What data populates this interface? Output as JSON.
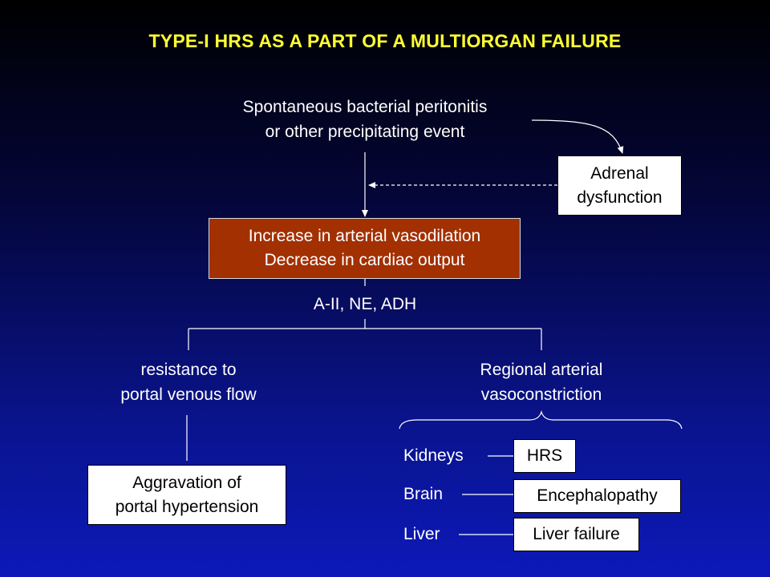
{
  "title": "TYPE-I HRS AS A PART OF A MULTIORGAN FAILURE",
  "trigger": {
    "line1": "Spontaneous bacterial peritonitis",
    "line2": "or other precipitating event"
  },
  "adrenal": {
    "line1": "Adrenal",
    "line2": "dysfunction"
  },
  "central": {
    "line1": "Increase in arterial vasodilation",
    "line2": "Decrease in cardiac output"
  },
  "mediators": "A-II, NE, ADH",
  "left_branch": {
    "line1": "resistance to",
    "line2": "portal venous flow"
  },
  "right_branch": {
    "line1": "Regional arterial",
    "line2": "vasoconstriction"
  },
  "portal": {
    "line1": "Aggravation of",
    "line2": "portal hypertension"
  },
  "organs": [
    {
      "organ": "Kidneys",
      "outcome": "HRS"
    },
    {
      "organ": "Brain",
      "outcome": "Encephalopathy"
    },
    {
      "organ": "Liver",
      "outcome": "Liver failure"
    }
  ],
  "colors": {
    "title": "#ffff33",
    "central_box": "#a33000",
    "outcome_box": "#ffffff"
  }
}
